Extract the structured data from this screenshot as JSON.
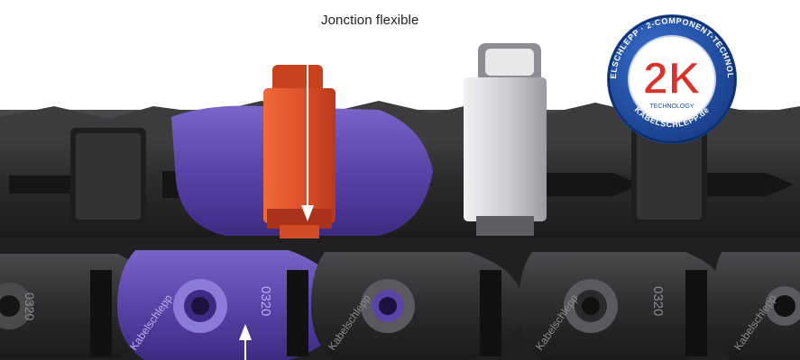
{
  "callout": {
    "label": "Jonction flexible"
  },
  "badge": {
    "big_text": "2K",
    "ring_top": "KABELSCHLEPP · 2-COMPONENT-TECHNOLOGY",
    "ring_bottom": "KABELSCHLEPP.de",
    "center_caption": "TECHNOLOGY",
    "colors": {
      "outer": "#1f4fa0",
      "inner": "#ffffff",
      "two": "#2b5fbf",
      "k": "#d8322a"
    }
  },
  "chain": {
    "link_number": "0320",
    "brand_mark": "Kabelschlepp",
    "colors": {
      "black_link": "#2b2b2d",
      "purple_link": "#5a44a8",
      "orange_bridge": "#e0522a",
      "silver_bridge": "#c9cace"
    }
  },
  "icons": [
    "arrow-down-icon",
    "arrow-up-icon"
  ]
}
